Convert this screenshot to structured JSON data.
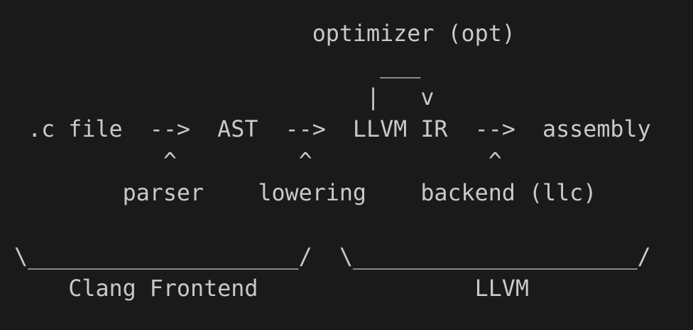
{
  "colors": {
    "background": "#1a1a1b",
    "text": "#c9c9c9"
  },
  "diagram": {
    "lines": [
      "                      optimizer (opt)",
      "                           ___",
      "                          |   v",
      " .c file  -->  AST  -->  LLVM IR  -->  assembly",
      "           ^         ^             ^",
      "        parser    lowering    backend (llc)",
      "",
      "\\____________________/  \\_____________________/",
      "    Clang Frontend                LLVM"
    ],
    "stages": [
      ".c file",
      "AST",
      "LLVM IR",
      "assembly"
    ],
    "arrow_glyph": "-->",
    "stage_transforms": [
      "parser",
      "lowering",
      "backend (llc)"
    ],
    "loop_label": "optimizer (opt)",
    "group_labels": [
      "Clang Frontend",
      "LLVM"
    ]
  }
}
